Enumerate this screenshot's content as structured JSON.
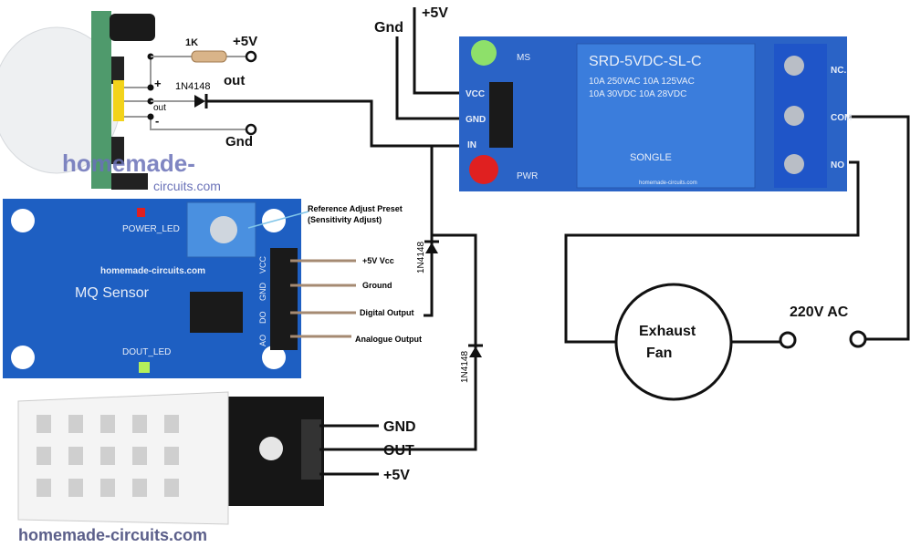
{
  "pir": {
    "resistor": "1K",
    "vcc": "+5V",
    "out_label": "out",
    "plus": "+",
    "out_pin": "out",
    "minus": "-",
    "diode": "1N4148",
    "gnd": "Gnd"
  },
  "watermark_top": {
    "line1": "homemade-",
    "line2": "circuits.com"
  },
  "relay": {
    "gnd": "Gnd",
    "vcc": "+5V",
    "pins": [
      "VCC",
      "GND",
      "IN"
    ],
    "model": "SRD-5VDC-SL-C",
    "rating1": "10A 250VAC  10A 125VAC",
    "rating2": "10A 30VDC  10A 28VDC",
    "brand": "SONGLE",
    "led_top": "MS",
    "led_bottom": "PWR",
    "terminals": [
      "NC.",
      "COM",
      "NO"
    ],
    "site": "homemade-circuits.com"
  },
  "mq": {
    "title": "MQ Sensor",
    "power_led": "POWER_LED",
    "dout_led": "DOUT_LED",
    "site": "homemade-circuits.com",
    "preset_label1": "Reference Adjust Preset",
    "preset_label2": "(Sensitivity Adjust)",
    "pin_names": [
      "VCC",
      "GND",
      "DO",
      "AO"
    ],
    "pins": [
      "+5V Vcc",
      "Ground",
      "Digital Output",
      "Analogue Output"
    ],
    "diode": "1N4148"
  },
  "dht": {
    "pins": [
      "GND",
      "OUT",
      "+5V"
    ],
    "diode": "1N4148"
  },
  "load": {
    "fan_line1": "Exhaust",
    "fan_line2": "Fan",
    "supply": "220V AC"
  },
  "watermark_bottom": "homemade-circuits.com",
  "colors": {
    "pcb": "#1e5fc2",
    "relay": "#2f6fd0",
    "terminal": "#1f55c8",
    "wire": "#111111",
    "led_green": "#8ee06a",
    "led_red": "#e02020"
  }
}
